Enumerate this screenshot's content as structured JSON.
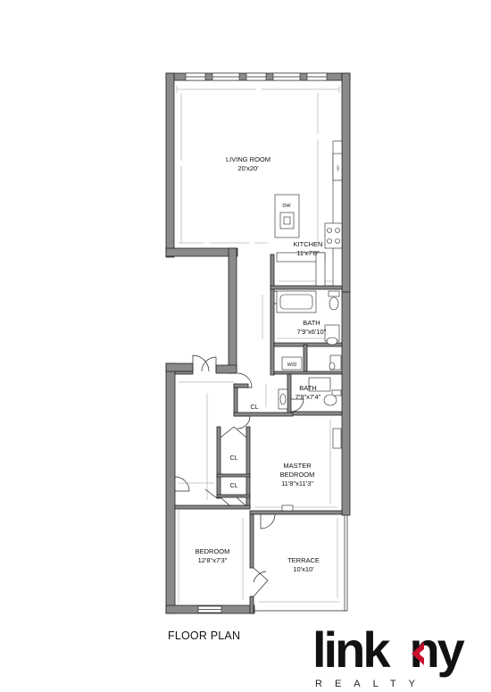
{
  "title": "FLOOR PLAN",
  "rooms": {
    "living": {
      "name": "LIVING ROOM",
      "size": "20'x20'"
    },
    "kitchen": {
      "name": "KITCHEN",
      "size": "11'x7'8\""
    },
    "bath1": {
      "name": "BATH",
      "size": "7'9\"x6'10\""
    },
    "bath2": {
      "name": "BATH",
      "size": "7'9\"x7'4\""
    },
    "master": {
      "name1": "MASTER",
      "name2": "BEDROOM",
      "size": "11'8\"x11'3\""
    },
    "bedroom": {
      "name": "BEDROOM",
      "size": "12'8\"x7'3\""
    },
    "terrace": {
      "name": "TERRACE",
      "size": "10'x10'"
    }
  },
  "fixtures": {
    "dw": "DW",
    "wd": "W/D",
    "closet_a": "CL",
    "closet_b": "CL",
    "closet_c": "CL"
  },
  "logo": {
    "brand": "link",
    "suffix": "ny",
    "tagline": "REALTY"
  },
  "colors": {
    "wall": "#8a8a8a",
    "outline": "#222222",
    "logo_accent": "#c8102e"
  }
}
